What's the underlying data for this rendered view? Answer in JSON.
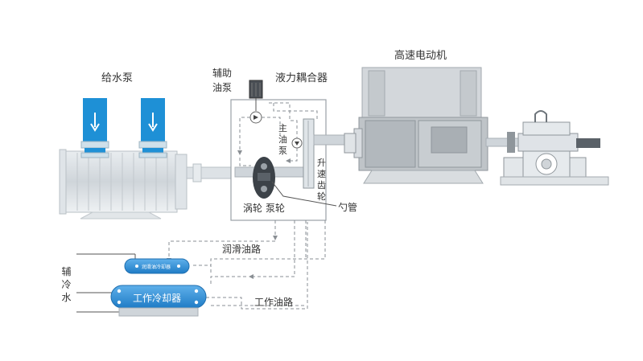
{
  "labels": {
    "feed_pump": "给水泵",
    "aux_oil_pump": "辅助油泵",
    "fluid_coupling": "液力耦合器",
    "hs_motor": "高速电动机",
    "main_oil_pump": "主油泵",
    "speed_gear": "升速齿轮",
    "turbine": "涡轮",
    "impeller": "泵轮",
    "scoop_tube": "勺管",
    "lube_oil_line": "润滑油路",
    "aux_cooling_water": "辅冷水",
    "working_oil_line": "工作油路",
    "lube_cooler": "润滑油冷却器",
    "working_cooler": "工作冷却器"
  },
  "colors": {
    "water_pipe": "#1e90d6",
    "pump_body": "#d9dfe4",
    "cooler": "#2f8fd8",
    "dashed_line": "#8a8f94",
    "motor": "#c9cdd1"
  }
}
